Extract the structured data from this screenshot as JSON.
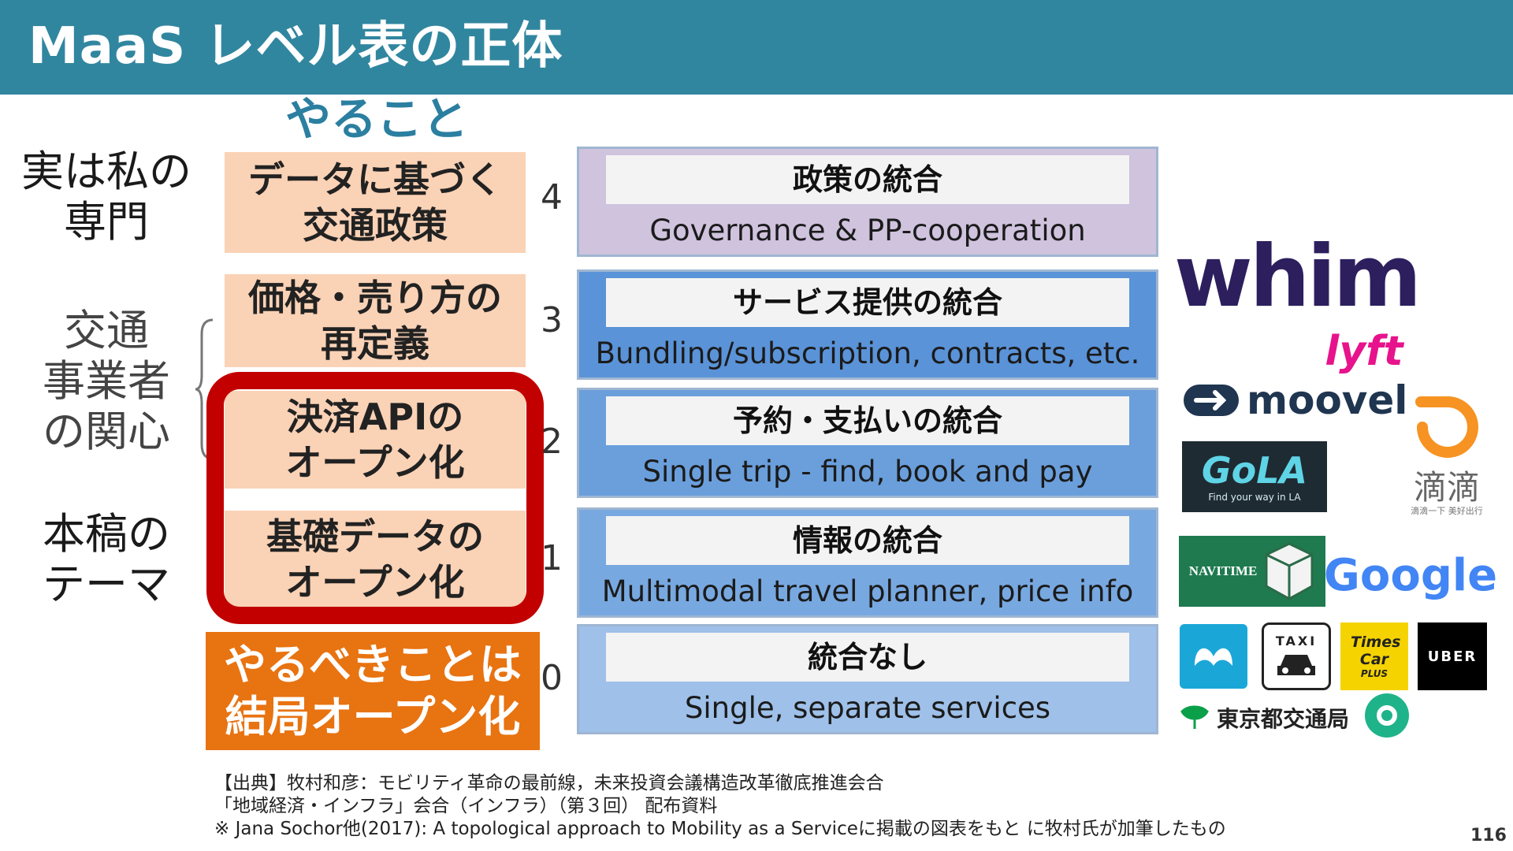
{
  "title": "MaaS レベル表の正体",
  "column_header": "やること",
  "side_labels": {
    "expertise": "実は私の\n専門",
    "operators": "交通\n事業者\nの関心",
    "theme": "本稿の\nテーマ"
  },
  "actions": {
    "policy": "データに基づく\n交通政策",
    "pricing": "価格・売り方の\n再定義",
    "payment_api": "決済APIの\nオープン化",
    "basic_data": "基礎データの\nオープン化",
    "conclusion": "やるべきことは\n結局オープン化"
  },
  "levels": [
    {
      "num": "4",
      "title": "政策の統合",
      "subtitle": "Governance & PP-cooperation",
      "color": "#cfc3de"
    },
    {
      "num": "3",
      "title": "サービス提供の統合",
      "subtitle": "Bundling/subscription, contracts, etc.",
      "color": "#5a93d8"
    },
    {
      "num": "2",
      "title": "予約・支払いの統合",
      "subtitle": "Single trip - find, book and pay",
      "color": "#6a9fdc"
    },
    {
      "num": "1",
      "title": "情報の統合",
      "subtitle": "Multimodal travel planner, price info",
      "color": "#78a8e0"
    },
    {
      "num": "0",
      "title": "統合なし",
      "subtitle": "Single, separate services",
      "color": "#9ec0e9"
    }
  ],
  "logos": {
    "whim": "whim",
    "lyft": "lyft",
    "moovel": "moovel",
    "didi": "滴滴",
    "didi_sub": "滴滴一下 美好出行",
    "gola": "GoLA",
    "gola_sub": "Find your way in LA",
    "navitime": "NAVITIME",
    "google": "Google",
    "taxi": "TAXI",
    "times_car": "Times Car",
    "times_plus": "PLUS",
    "uber": "UBER",
    "toei": "東京都交通局"
  },
  "source_lines": [
    "【出典】牧村和彦：モビリティ革命の最前線，未来投資会議構造改革徹底推進会合",
    "「地域経済・インフラ」会合（インフラ）（第３回） 配布資料",
    "※ Jana Sochor他(2017): A topological approach to Mobility as a Serviceに掲載の図表をもと に牧村氏が加筆したもの"
  ],
  "page_number": "116",
  "colors": {
    "header": "#31869f",
    "accent_text": "#2b7fa0",
    "orange_light": "#fad2b6",
    "orange_strong": "#e87311",
    "red_frame": "#c20000"
  }
}
